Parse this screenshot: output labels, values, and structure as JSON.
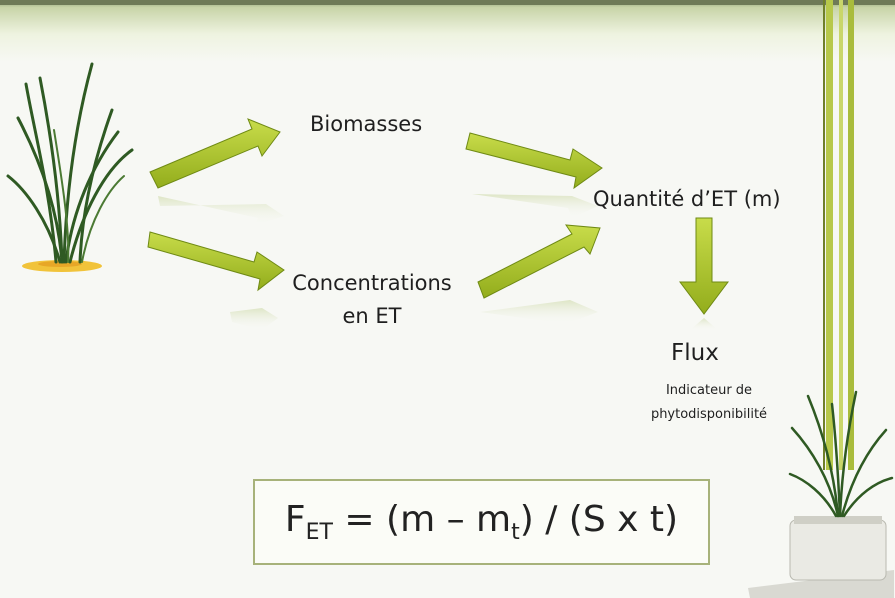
{
  "labels": {
    "biomasses": "Biomasses",
    "concentrations_line1": "Concentrations",
    "concentrations_line2": "en ET",
    "quantite": "Quantité d’ET (m)",
    "flux": "Flux",
    "indicateur_line1": "Indicateur de",
    "indicateur_line2": "phytodisponibilité"
  },
  "formula": {
    "lhs": "F",
    "lhs_sub": "ET",
    "eq": " = (m – m",
    "m_sub": "t",
    "rhs": ") / (S x t)"
  },
  "colors": {
    "arrow_fill": "#a9c22b",
    "arrow_edge": "#6f8a14",
    "leaf": "#2f5a23",
    "formula_border": "#a7b27a"
  },
  "icons": {
    "plant_left": "grass-plant-icon",
    "plant_right": "potted-grass-icon"
  }
}
